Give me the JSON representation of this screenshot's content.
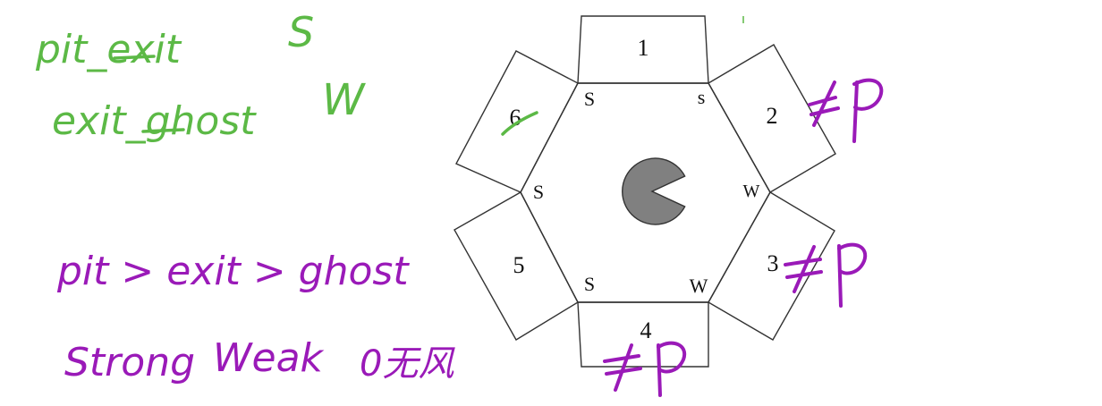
{
  "notes": {
    "rule1": {
      "name": "pit_exit",
      "value": "S"
    },
    "rule2": {
      "name": "exit_ghost",
      "value": "W"
    },
    "ordering": "pit > exit > ghost",
    "strengths": {
      "strong": "Strong",
      "weak": "Weak",
      "none": "0无风"
    }
  },
  "diagram": {
    "rooms": [
      "1",
      "2",
      "3",
      "4",
      "5",
      "6"
    ],
    "edge_labels": [
      "s",
      "S",
      "W",
      "W",
      "S",
      "S"
    ],
    "center": "pacman"
  },
  "annotations": {
    "room2_mark": "≠P",
    "room3_mark": "≠P",
    "room4_mark": "≠P",
    "room6_crossed": "6"
  },
  "colors": {
    "green_ink": "#5cb946",
    "purple_ink": "#9a1ab8",
    "pacman": "#808080"
  }
}
